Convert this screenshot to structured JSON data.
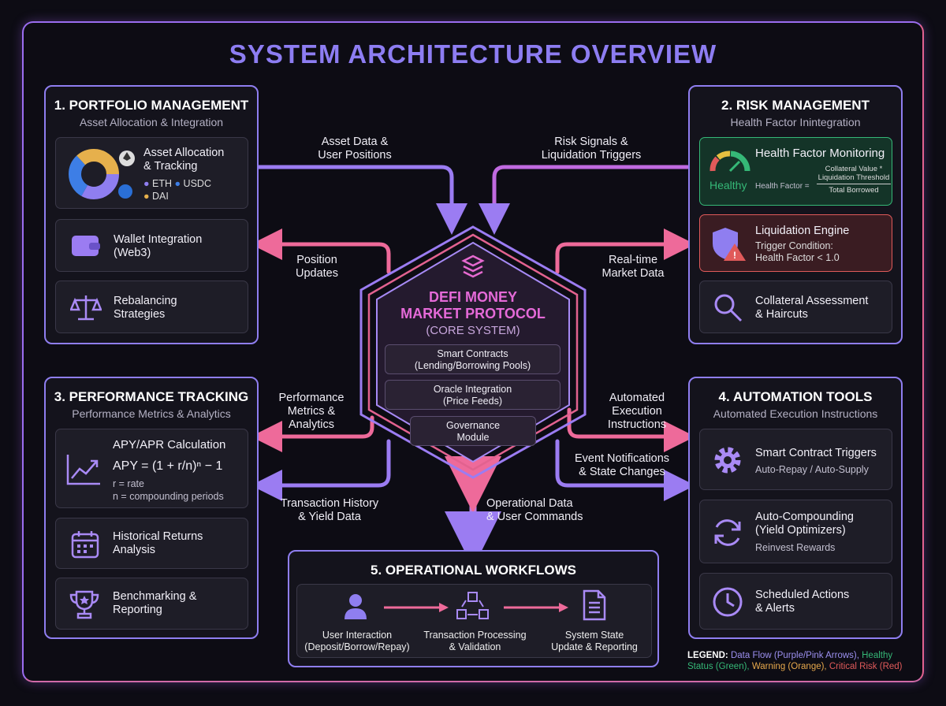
{
  "title": "SYSTEM ARCHITECTURE OVERVIEW",
  "colors": {
    "purple": "#8f7ef0",
    "pink": "#e2628f",
    "green": "#35b877",
    "red": "#e05a5a",
    "orange": "#e6a84c"
  },
  "core": {
    "title1": "DEFI MONEY",
    "title2": "MARKET PROTOCOL",
    "subtitle": "(CORE SYSTEM)",
    "icon": "layers-icon",
    "modules": [
      {
        "title": "Smart Contracts",
        "sub": "(Lending/Borrowing Pools)"
      },
      {
        "title": "Oracle Integration",
        "sub": "(Price Feeds)"
      },
      {
        "title": "Governance",
        "sub": "Module"
      }
    ]
  },
  "p1": {
    "heading": "1. PORTFOLIO MANAGEMENT",
    "sub": "Asset Allocation & Integration",
    "cards": [
      {
        "title": "Asset Allocation",
        "title2": "& Tracking",
        "legend": [
          "ETH",
          "USDC",
          "DAI"
        ],
        "icon": "donut-chart-icon"
      },
      {
        "title": "Wallet Integration",
        "title2": "(Web3)",
        "icon": "wallet-icon"
      },
      {
        "title": "Rebalancing",
        "title2": "Strategies",
        "icon": "scales-icon"
      }
    ]
  },
  "p2": {
    "heading": "2. RISK MANAGEMENT",
    "sub": "Health Factor Inintegration",
    "health": {
      "title": "Health Factor Monitoring",
      "status": "Healthy",
      "lhs": "Health Factor =",
      "num1": "Collateral Value *",
      "num2": "Liquidation Threshold",
      "den": "Total Borrowed"
    },
    "liq": {
      "title": "Liquidation Engine",
      "l1": "Trigger Condition:",
      "l2": "Health Factor < 1.0"
    },
    "coll": {
      "title": "Collateral Assessment",
      "title2": "& Haircuts"
    }
  },
  "p3": {
    "heading": "3. PERFORMANCE TRACKING",
    "sub": "Performance Metrics & Analytics",
    "apy": {
      "title": "APY/APR Calculation",
      "lhs": "APY =",
      "formula": "(1 + r/n)ⁿ − 1",
      "r": "r = rate",
      "n": "n = compounding periods"
    },
    "hist": {
      "title": "Historical Returns",
      "title2": "Analysis"
    },
    "bench": {
      "title": "Benchmarking &",
      "title2": "Reporting"
    }
  },
  "p4": {
    "heading": "4. AUTOMATION TOOLS",
    "sub": "Automated Execution Instructions",
    "cards": [
      {
        "title": "Smart Contract Triggers",
        "sub": "Auto-Repay / Auto-Supply"
      },
      {
        "title": "Auto-Compounding",
        "title2": "(Yield Optimizers)",
        "sub": "Reinvest Rewards"
      },
      {
        "title": "Scheduled Actions",
        "title2": "& Alerts"
      }
    ]
  },
  "p5": {
    "heading": "5. OPERATIONAL WORKFLOWS",
    "steps": [
      {
        "l1": "User Interaction",
        "l2": "(Deposit/Borrow/Repay)"
      },
      {
        "l1": "Transaction Processing",
        "l2": "& Validation"
      },
      {
        "l1": "System State",
        "l2": "Update & Reporting"
      }
    ]
  },
  "flows": {
    "asset": [
      "Asset Data &",
      "User Positions"
    ],
    "risk": [
      "Risk Signals &",
      "Liquidation Triggers"
    ],
    "position": [
      "Position",
      "Updates"
    ],
    "market": [
      "Real-time",
      "Market Data"
    ],
    "perf": [
      "Performance",
      "Metrics &",
      "Analytics"
    ],
    "auto": [
      "Automated",
      "Execution",
      "Instructions"
    ],
    "event": [
      "Event Notifications",
      "& State Changes"
    ],
    "tx": [
      "Transaction History",
      "& Yield Data"
    ],
    "ops": [
      "Operational Data",
      "& User Commands"
    ]
  },
  "legend": {
    "label": "LEGEND:",
    "flow": "Data Flow (Purple/Pink Arrows),",
    "healthy": "Healthy Status (Green),",
    "warning": "Warning (Orange),",
    "critical": "Critical Risk (Red)"
  }
}
